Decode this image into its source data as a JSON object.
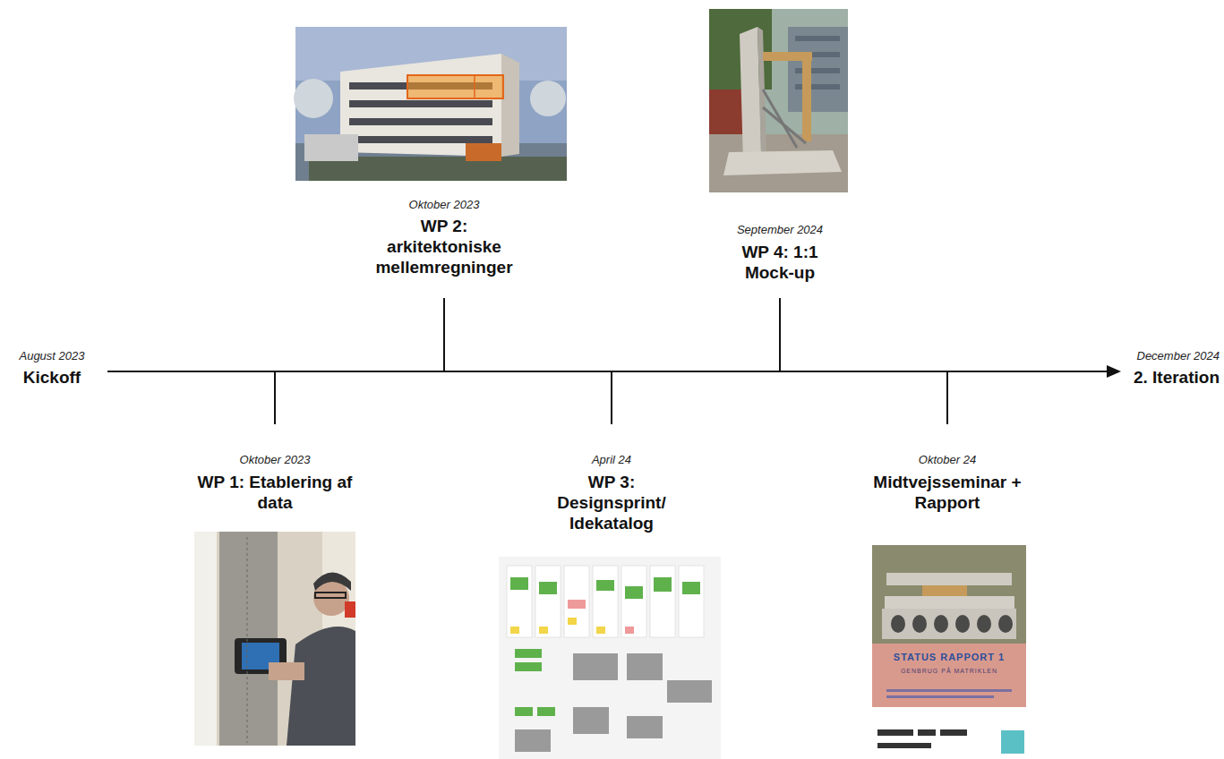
{
  "diagram": {
    "labels": [
      "August 2023",
      "Kickoff",
      "Oktober 2023",
      "WP 2: arkitektoniske mellemregninger",
      "September 2024",
      "WP 4: 1:1 Mock-up",
      "December 2024",
      "2. Iteration",
      "Oktober 2023",
      "WP 1: Etablering af data",
      "April 24",
      "WP 3: Designsprint/ Idekatalog",
      "Oktober 24",
      "Midtvejsseminar + Rapport",
      "STATUS RAPPORT 1",
      "GENBRUG PÅ MATRIKLEN"
    ]
  }
}
